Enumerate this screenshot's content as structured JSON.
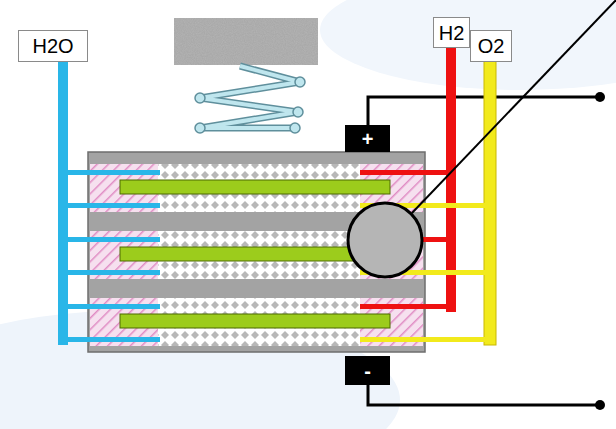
{
  "diagram": {
    "nodes": [
      {
        "text": [
          "H2O"
        ]
      },
      {
        "text": [
          "H2"
        ]
      },
      {
        "text": [
          "O2"
        ]
      },
      {
        "text": [
          "+"
        ]
      },
      {
        "text": [
          "-"
        ]
      }
    ]
  }
}
